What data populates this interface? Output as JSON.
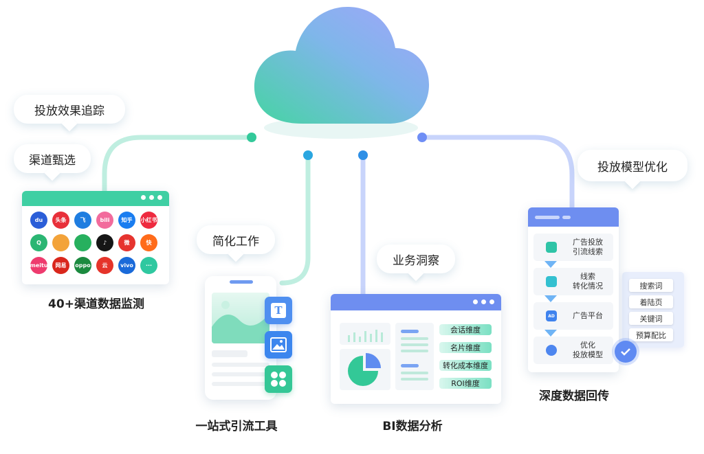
{
  "bubbles": {
    "tracking": "投放效果追踪",
    "channel_select": "渠道甄选",
    "simplify": "简化工作",
    "insight": "业务洞察",
    "model_opt": "投放模型优化"
  },
  "captions": {
    "monitoring": "40+渠道数据监测",
    "tools": "一站式引流工具",
    "bi": "BI数据分析",
    "backflow": "深度数据回传"
  },
  "channels": [
    {
      "label": "du",
      "color": "#2b5ed8",
      "icon": "baidu-icon"
    },
    {
      "label": "头条",
      "color": "#e8303a",
      "icon": "toutiao-icon"
    },
    {
      "label": "飞",
      "color": "#1f7de0",
      "icon": "feed-icon"
    },
    {
      "label": "bili",
      "color": "#f26b9c",
      "icon": "bilibili-icon"
    },
    {
      "label": "知乎",
      "color": "#1a7df0",
      "icon": "zhihu-icon"
    },
    {
      "label": "小红书",
      "color": "#ee2a3f",
      "icon": "xiaohongshu-icon"
    },
    {
      "label": "Q",
      "color": "#2bb673",
      "icon": "q-icon"
    },
    {
      "label": "",
      "color": "#f3a33a",
      "icon": "lens-icon"
    },
    {
      "label": "",
      "color": "#27b05e",
      "icon": "swirl-icon"
    },
    {
      "label": "♪",
      "color": "#161616",
      "icon": "douyin-icon"
    },
    {
      "label": "微",
      "color": "#e6342f",
      "icon": "weibo-icon"
    },
    {
      "label": "快",
      "color": "#ff6b1a",
      "icon": "kuaishou-icon"
    },
    {
      "label": "meitu",
      "color": "#ee3b6e",
      "icon": "meitu-icon"
    },
    {
      "label": "网易",
      "color": "#d9271c",
      "icon": "netease-icon"
    },
    {
      "label": "oppo",
      "color": "#1b8a3f",
      "icon": "oppo-icon"
    },
    {
      "label": "云",
      "color": "#e5342a",
      "icon": "music-icon"
    },
    {
      "label": "vivo",
      "color": "#1a6ad9",
      "icon": "vivo-icon"
    },
    {
      "label": "···",
      "color": "#2fc8a0",
      "icon": "more-icon"
    }
  ],
  "bi_pills": [
    "会话维度",
    "名片维度",
    "转化成本维度",
    "ROI维度"
  ],
  "steps": [
    {
      "text": "广告投放\n引流线索",
      "icon": "briefcase-icon"
    },
    {
      "text": "线索\n转化情况",
      "icon": "cube-icon"
    },
    {
      "text": "广告平台",
      "icon": "ad-icon"
    },
    {
      "text": "优化\n投放模型",
      "icon": "refresh-icon"
    }
  ],
  "tags": [
    "搜索词",
    "着陆页",
    "关键词",
    "预算配比"
  ],
  "tool_icons": [
    {
      "label": "T",
      "icon": "text-tool-icon"
    },
    {
      "label": "",
      "icon": "image-tool-icon"
    },
    {
      "label": "",
      "icon": "grid-tool-icon"
    }
  ],
  "ad_label": "AD",
  "colors": {
    "green": "#3ccfa0",
    "blue": "#6f95f5",
    "card_blue": "#6e8ef0",
    "teal_bar": "#35c89a"
  }
}
